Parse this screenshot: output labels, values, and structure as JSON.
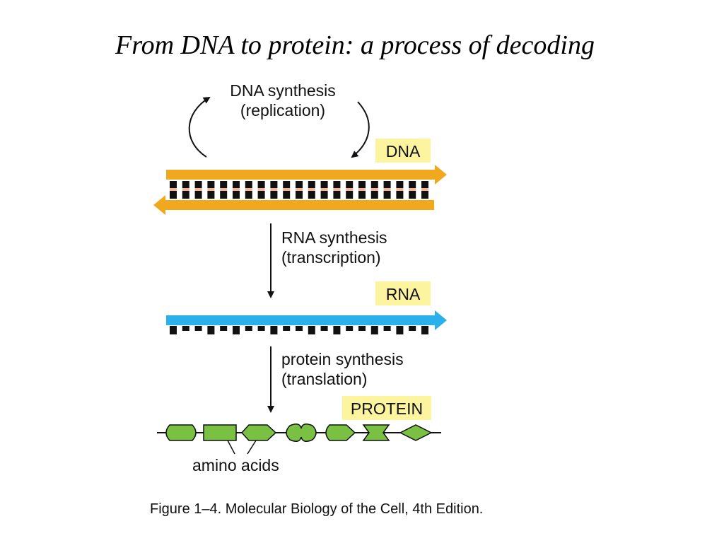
{
  "title": "From DNA to protein: a process of decoding",
  "replication": {
    "line1": "DNA synthesis",
    "line2": "(replication)"
  },
  "transcription": {
    "line1": "RNA synthesis",
    "line2": "(transcription)"
  },
  "translation": {
    "line1": "protein synthesis",
    "line2": "(translation)"
  },
  "tags": {
    "dna": "DNA",
    "rna": "RNA",
    "protein": "PROTEIN"
  },
  "amino_label": "amino acids",
  "caption": "Figure 1–4. Molecular Biology of the Cell, 4th Edition.",
  "colors": {
    "dna_strand": "#f0a81e",
    "rna_strand": "#2ab0ea",
    "base_pair_light": "#f2b49a",
    "tag_bg": "#fdf4a0",
    "amino_acid": "#7ac143"
  }
}
